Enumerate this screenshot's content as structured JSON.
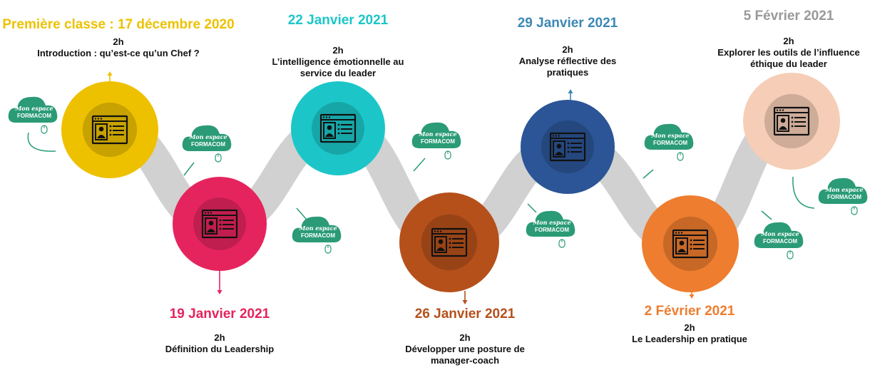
{
  "sessions": [
    {
      "date": "Première classe : 17 décembre 2020",
      "duration": "2h",
      "title_lines": [
        "Introduction : qu’est-ce qu’un Chef ?"
      ],
      "color": "#EEC100"
    },
    {
      "date": "19 Janvier 2021",
      "duration": "2h",
      "title_lines": [
        "Définition du Leadership"
      ],
      "color": "#E5245E"
    },
    {
      "date": "22 Janvier 2021",
      "duration": "2h",
      "title_lines": [
        "L’intelligence émotionnelle au",
        "service du leader"
      ],
      "color": "#1CC6C8"
    },
    {
      "date": "26 Janvier 2021",
      "duration": "2h",
      "title_lines": [
        "Développer une posture de",
        "manager-coach"
      ],
      "color": "#B5501B"
    },
    {
      "date": "29 Janvier 2021",
      "duration": "2h",
      "title_lines": [
        "Analyse réflective des",
        "pratiques"
      ],
      "color": "#2B5596"
    },
    {
      "date": "2 Février 2021",
      "duration": "2h",
      "title_lines": [
        "Le Leadership en pratique"
      ],
      "color": "#EE7D2F"
    },
    {
      "date": "5 Février 2021",
      "duration": "2h",
      "title_lines": [
        "Explorer les outils de l’influence",
        "éthique du leader"
      ],
      "color": "#F6CDB6"
    }
  ],
  "date_colors": [
    "#EEC100",
    "#E5245E",
    "#1CC6C8",
    "#B5501B",
    "#3C88B5",
    "#EE7D2F",
    "#999999"
  ],
  "platform_badge": {
    "line1": "Mon espace",
    "line2": "FORMACOM",
    "color": "#2A9B76",
    "icon": "cloud-icon"
  },
  "path_color": "#D1D1D1",
  "window_icon": "browser-profile-icon"
}
